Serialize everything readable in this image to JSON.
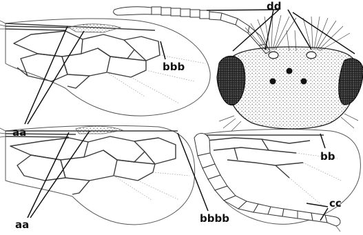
{
  "labels": {
    "dd": "dd",
    "bbb": "bbb",
    "aa_top": "aa",
    "bb": "bb",
    "cc": "cc",
    "aa_bottom": "aa",
    "bbbb": "bbbb"
  },
  "colors": {
    "ink": "#111111",
    "vein": "#3a3a3a",
    "background": "#ffffff"
  }
}
